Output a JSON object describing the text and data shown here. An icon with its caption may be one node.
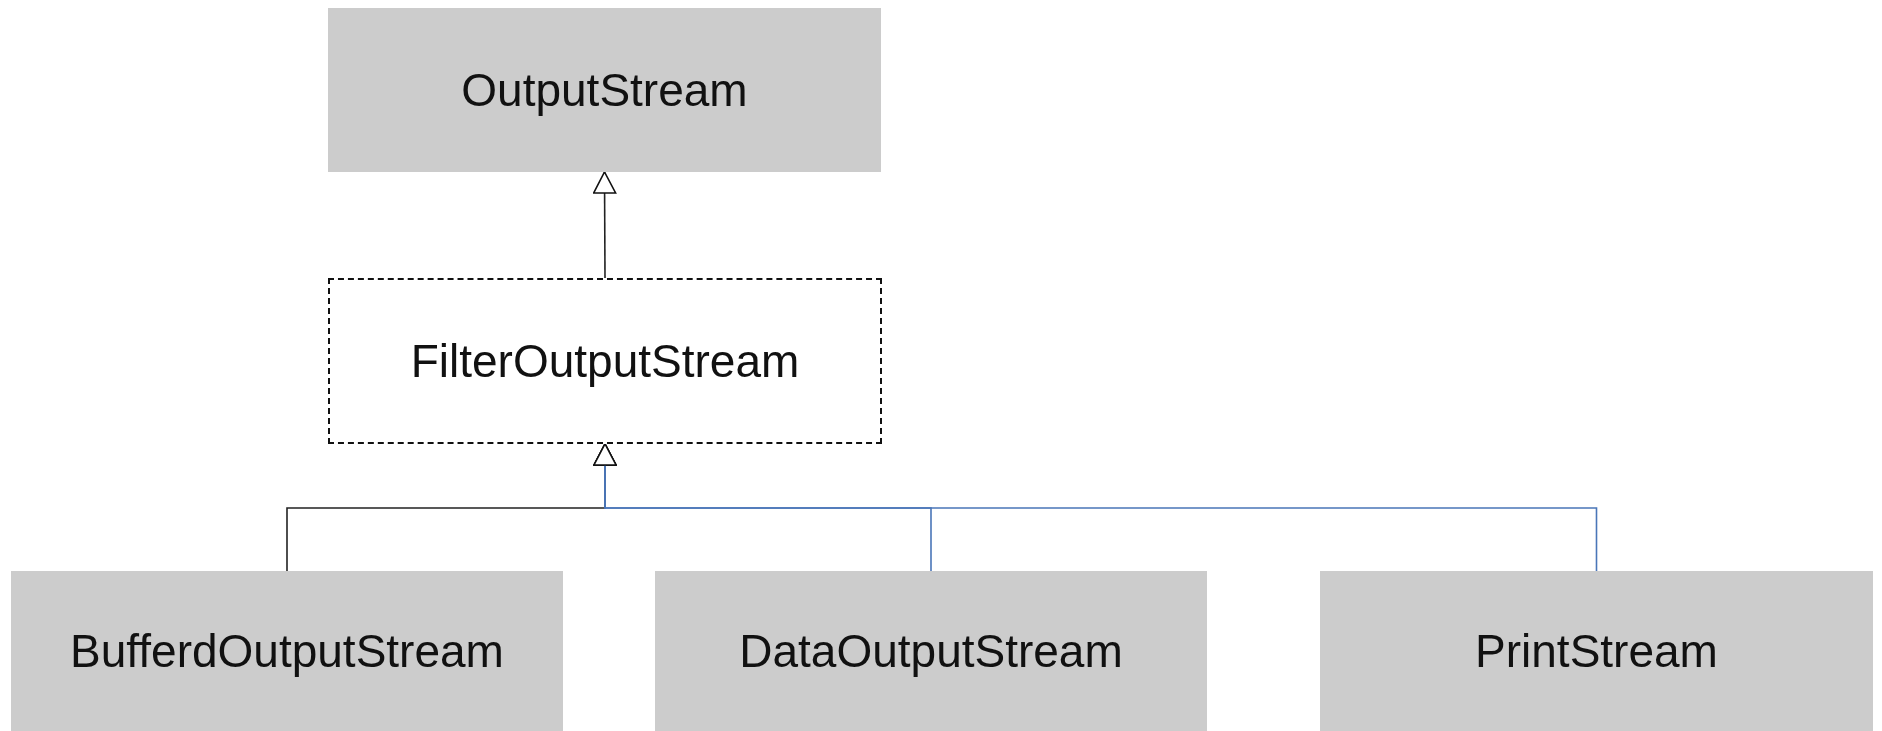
{
  "diagram": {
    "nodes": [
      {
        "text": [
          "OutputStream"
        ]
      },
      {
        "text": [
          "FilterOutputStream"
        ]
      },
      {
        "text": [
          "BufferdOutputStream"
        ]
      },
      {
        "text": [
          "DataOutputStream"
        ]
      },
      {
        "text": [
          "PrintStream"
        ]
      }
    ],
    "edges": [
      {
        "from": 1,
        "to": 0,
        "arrow": "to"
      },
      {
        "from": 2,
        "to": 1,
        "arrow": "to"
      },
      {
        "from": 3,
        "to": 1,
        "arrow": "to",
        "color": "#4a76b8"
      },
      {
        "from": 4,
        "to": 1,
        "arrow": "to",
        "color": "#4a76b8"
      }
    ]
  }
}
